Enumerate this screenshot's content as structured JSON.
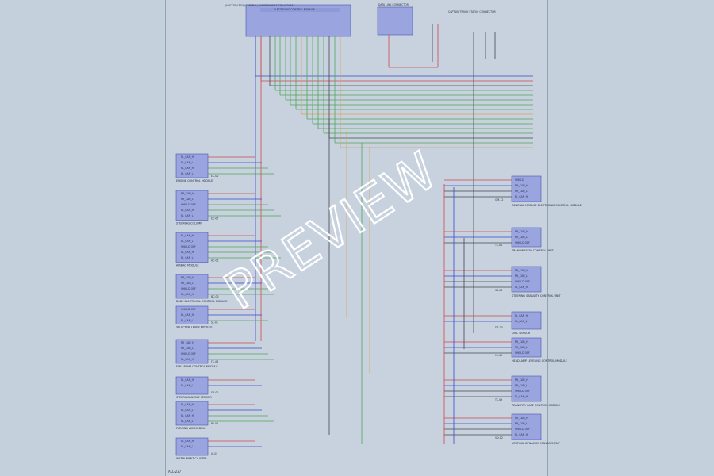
{
  "document": {
    "page_id": "ALL-237",
    "watermark": "PREVIEW"
  },
  "top_modules": {
    "gateway": {
      "title": "ELECTRONIC CONTROL MODULE",
      "left_note": "JUNCTION BOX (CENTRAL) INDEPENDENT STRUCTURE"
    },
    "data_link": {
      "title": "DATA LINK CONNECTOR"
    },
    "dlc_right": {
      "title": "CAPTAIN TRUCK STATUS CONNECTOR"
    }
  },
  "left_modules": [
    {
      "name": "ENGINE CONTROL MODULE",
      "pins": [
        "PL_CAN_H",
        "PL_CAN_L",
        "PL_CAN_H",
        "PL_CAN_L"
      ],
      "code": "EC-01"
    },
    {
      "name": "STEERING COLUMN",
      "pins": [
        "PR_CAN_H",
        "PR_CAN_L",
        "SHIELD OFF",
        "PL_CAN_H",
        "PL_CAN_L"
      ],
      "code": "EC-07"
    },
    {
      "name": "AIRBAG MODULE",
      "pins": [
        "PL_CAN_H",
        "PL_CAN_L",
        "SHIELD OFF",
        "PL_CAN_H",
        "PL_CAN_L"
      ],
      "code": "AC-02"
    },
    {
      "name": "BODY ELECTRICAL CONTROL MODULE",
      "pins": [
        "PR_CAN_H",
        "PR_CAN_L",
        "SHIELD OFF",
        "PL_CAN_H"
      ],
      "code": "BC-03"
    },
    {
      "name": "SELECTOR LEVER MODULE",
      "pins": [
        "SHIELD OFF",
        "PL_CAN_H",
        "PL_CAN_L"
      ],
      "code": "SL-01"
    },
    {
      "name": "FUEL PUMP CONTROL MODULE",
      "pins": [
        "PR_CAN_H",
        "PR_CAN_L",
        "SHIELD OFF",
        "PL_CAN_H"
      ],
      "code": "FC-06"
    },
    {
      "name": "STEERING ANGLE SENSOR",
      "pins": [
        "PL_CAN_H",
        "PL_CAN_L"
      ],
      "code": "SA-01"
    },
    {
      "name": "PARKING AID MODULE",
      "pins": [
        "PL_CAN_H",
        "PL_CAN_L",
        "PL_CAN_H",
        "PL_CAN_L"
      ],
      "code": "PA-04"
    },
    {
      "name": "INSTRUMENT CLUSTER",
      "pins": [
        "PL_CAN_H",
        "PL_CAN_L"
      ],
      "code": "IC-02"
    }
  ],
  "right_modules": [
    {
      "name": "GENERAL MODULE ELECTRONIC CONTROL MODULE",
      "pins": [
        "SHIELD",
        "PR_CAN_H",
        "PR_CAN_L",
        "PL_CAN_H"
      ],
      "code": "GM-12"
    },
    {
      "name": "TRANSMISSION CONTROL UNIT",
      "pins": [
        "PR_CAN_H",
        "PR_CAN_L",
        "SHIELD OFF"
      ],
      "code": "TC-01"
    },
    {
      "name": "STEERING STABILITY CONTROL UNIT",
      "pins": [
        "PR_CAN_H",
        "PR_CAN_L",
        "SHIELD OFF",
        "PL_CAN_H"
      ],
      "code": "SS-08"
    },
    {
      "name": "DISC SENSOR",
      "pins": [
        "PL_CAN_H",
        "PL_CAN_L"
      ],
      "code": "DS-03"
    },
    {
      "name": "HEADLAMP LEVELING CONTROL MODULE",
      "pins": [
        "PR_CAN_H",
        "PR_CAN_L",
        "SHIELD OFF"
      ],
      "code": "HL-05"
    },
    {
      "name": "TRANSFER CASE CONTROL MODULE",
      "pins": [
        "PR_CAN_H",
        "PR_CAN_L",
        "SHIELD OFF",
        "PL_CAN_H"
      ],
      "code": "TC-09"
    },
    {
      "name": "VERTICAL DYNAMICS MANAGEMENT",
      "pins": [
        "PR_CAN_H",
        "PR_CAN_L",
        "SHIELD OFF",
        "PL_CAN_H"
      ],
      "code": "VD-02"
    }
  ],
  "colors": {
    "can_high": "#d1474f",
    "can_low": "#3b49c9",
    "shield": "#44474f",
    "green": "#52a55a",
    "orange": "#d9a35b",
    "module_fill": "#9aa5e0"
  }
}
